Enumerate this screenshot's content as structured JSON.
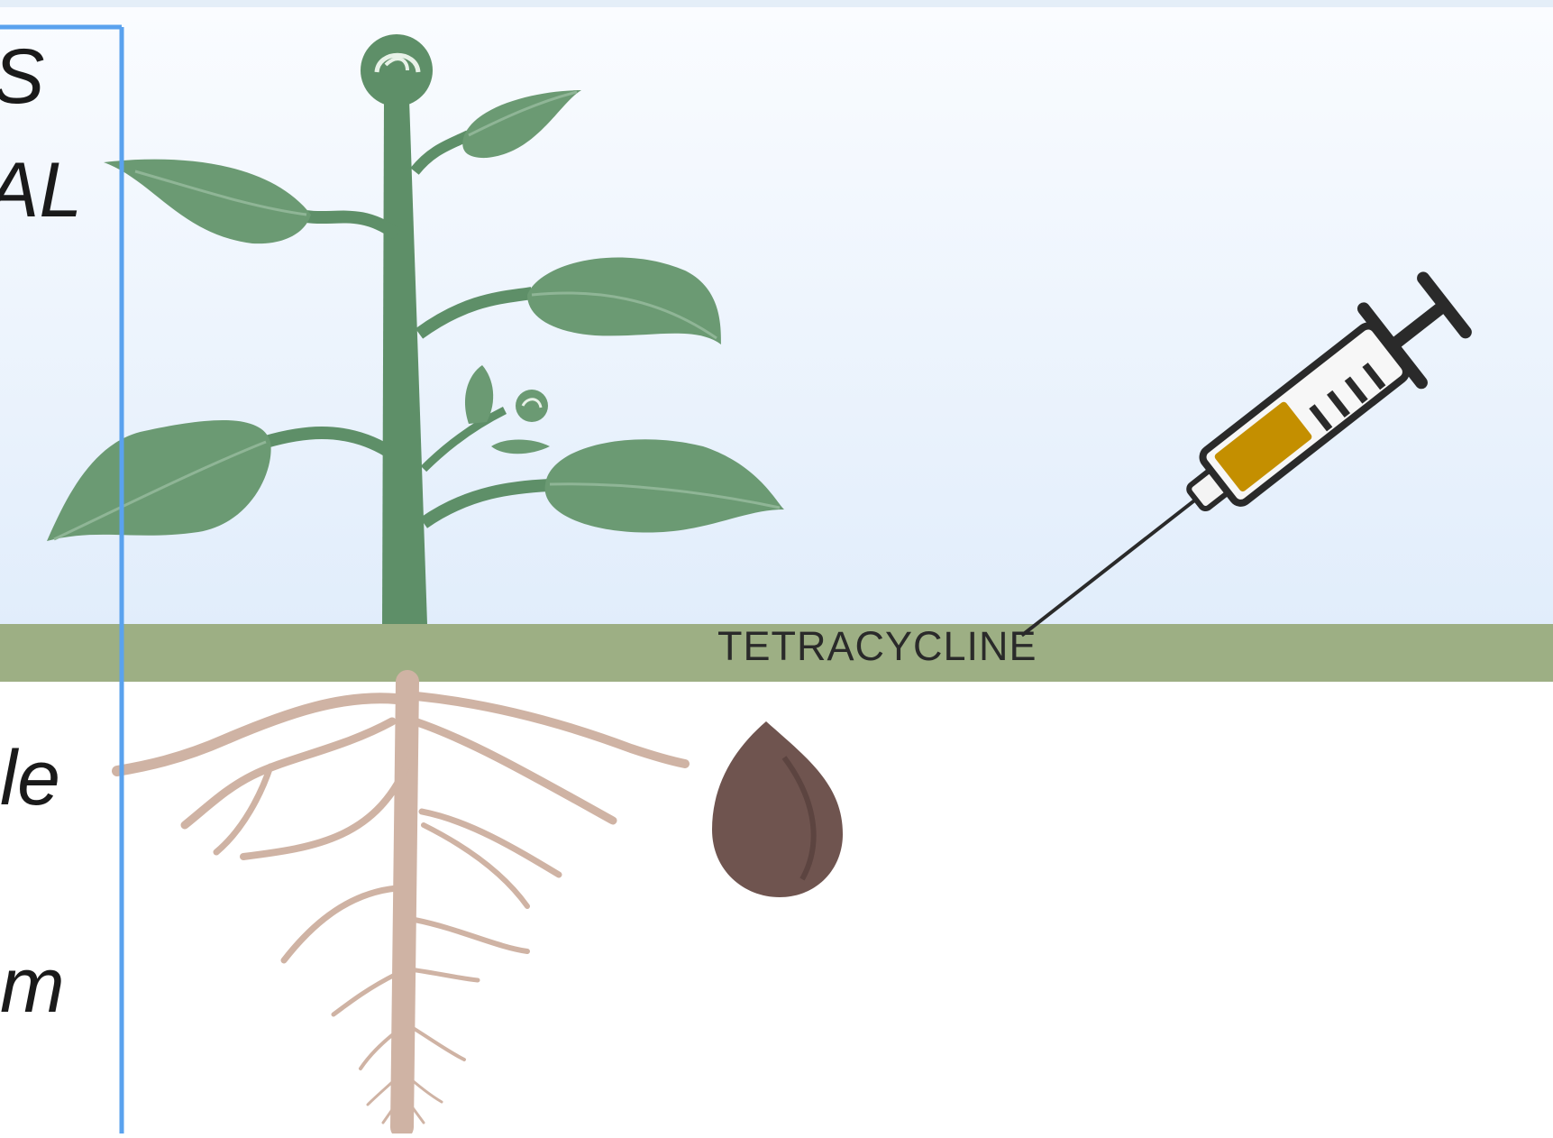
{
  "left_fragments": {
    "line1": "S",
    "line2": "AL",
    "line3": "le",
    "line4": "m"
  },
  "ground_label": "TETRACYCLINE",
  "icons": [
    "plant-icon",
    "roots-icon",
    "seed-icon",
    "syringe-icon"
  ],
  "colors": {
    "sky_top": "#f7faff",
    "sky_bottom": "#e2eefb",
    "ground_band": "#9daf84",
    "leaf": "#6b9a73",
    "stem": "#5e8f68",
    "root": "#cfb3a4",
    "seed": "#6f544f",
    "syringe_liquid": "#c48f00",
    "frame_border": "#5aa2ee"
  }
}
